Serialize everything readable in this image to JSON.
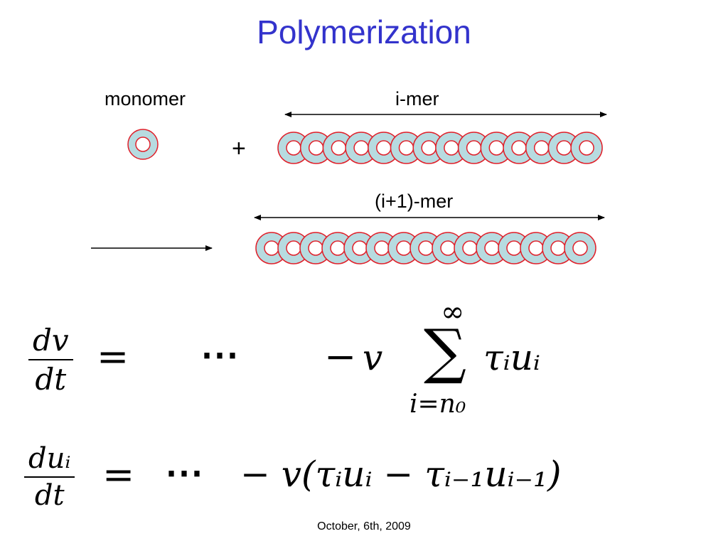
{
  "title": "Polymerization",
  "labels": {
    "monomer": "monomer",
    "imer": "i-mer",
    "i1mer": "(i+1)-mer",
    "plus": "+"
  },
  "colors": {
    "title": "#3333cc",
    "bead_fill": "#b7dbe0",
    "bead_stroke": "#e0202a"
  },
  "eq1": {
    "num": "dv",
    "den": "dt",
    "eq": "=",
    "dots": "⋯",
    "minus": "−",
    "v": "v",
    "sum_top": "∞",
    "sum": "∑",
    "sum_bottom": "i=n₀",
    "term": "τᵢuᵢ"
  },
  "eq2": {
    "num": "duᵢ",
    "den": "dt",
    "eq": "=",
    "dots": "⋯",
    "rhs": "− v(τᵢuᵢ − τᵢ₋₁uᵢ₋₁)"
  },
  "footer": "October, 6th, 2009"
}
